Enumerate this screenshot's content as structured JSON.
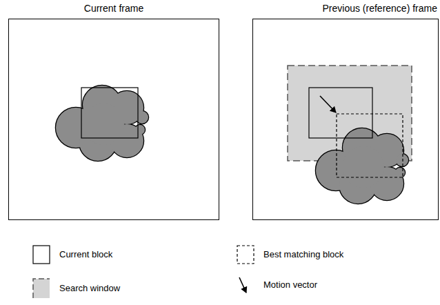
{
  "diagram": {
    "nodes": [
      {
        "text": [
          "Current frame"
        ]
      },
      {
        "text": [
          "Previous (reference) frame"
        ]
      }
    ],
    "legend": [
      {
        "text": "Current block"
      },
      {
        "text": "Best matching block"
      },
      {
        "text": "Search window"
      },
      {
        "text": "Motion vector"
      }
    ]
  }
}
